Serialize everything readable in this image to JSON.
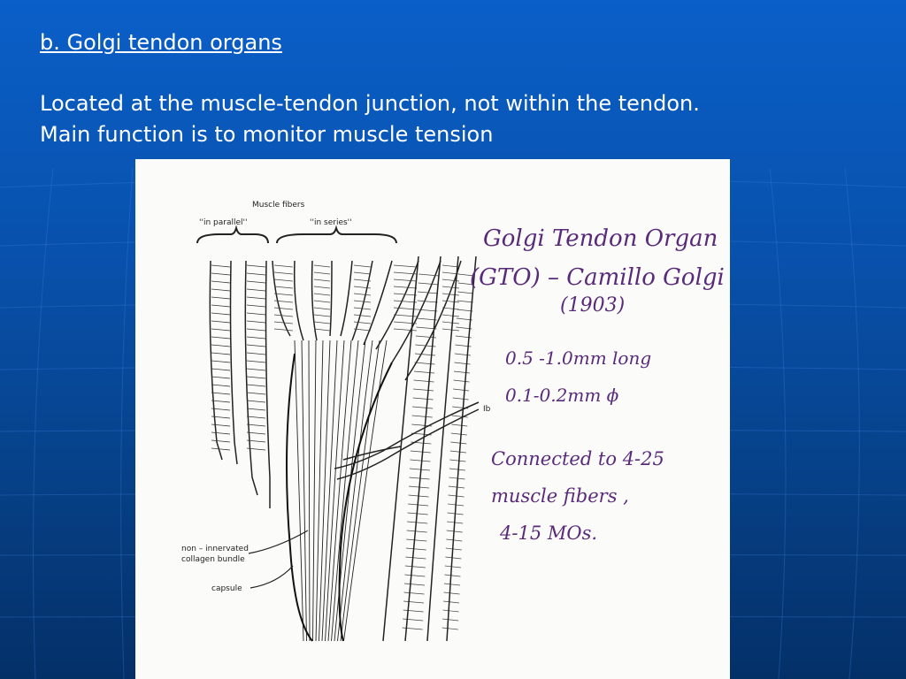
{
  "slide": {
    "title": "b. Golgi tendon organs",
    "lines": [
      "Located at the muscle-tendon junction, not within the tendon.",
      "Main function is to monitor muscle tension"
    ]
  },
  "figure": {
    "labels": {
      "muscle_fibers": "Muscle fibers",
      "in_parallel": "''in parallel''",
      "in_series": "''in series''",
      "ib": "Ib",
      "non_innervated_1": "non – innervated",
      "non_innervated_2": "collagen bundle",
      "capsule": "capsule"
    },
    "handwriting": [
      "Golgi Tendon Organ",
      "(GTO) – Camillo Golgi",
      "(1903)",
      "0.5 -1.0mm long",
      "0.1-0.2mm ϕ",
      "Connected to 4-25",
      "muscle fibers ,",
      "4-15 MOs."
    ]
  },
  "colors": {
    "background_top": "#0a5fc8",
    "background_bottom": "#043068",
    "text": "#ffffff",
    "handwriting": "#5a2a7a"
  }
}
